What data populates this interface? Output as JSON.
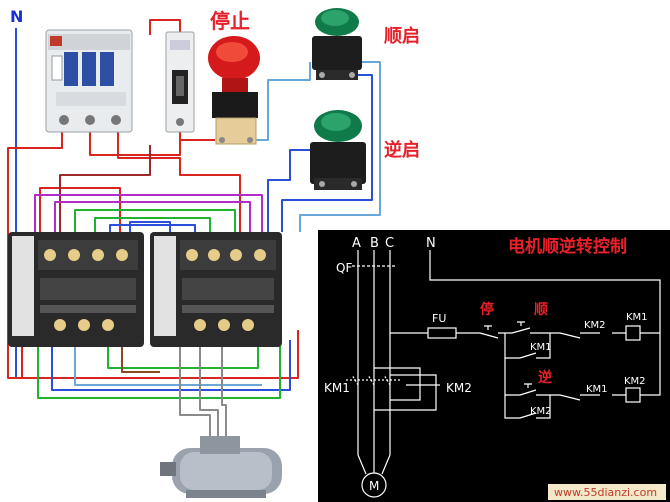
{
  "wiring": {
    "neutral_label": "N",
    "stop_label": "停止",
    "forward_label": "顺启",
    "reverse_label": "逆启"
  },
  "schematic": {
    "title": "电机顺逆转控制",
    "phase_a": "A",
    "phase_b": "B",
    "phase_c": "C",
    "neutral": "N",
    "breaker": "QF",
    "fuse": "FU",
    "stop": "停",
    "forward": "顺",
    "reverse": "逆",
    "km1": "KM1",
    "km2": "KM2",
    "motor": "M",
    "watermark": "www.55dianzi.com"
  },
  "colors": {
    "wire_red": "#d8261f",
    "wire_blue": "#2a4fd8",
    "wire_green": "#22b233",
    "wire_purple": "#b42cc8",
    "wire_lightblue": "#6aa7d8",
    "wire_darkred": "#a0282a",
    "panel_bg": "#000000",
    "title_red": "#e8202a"
  }
}
